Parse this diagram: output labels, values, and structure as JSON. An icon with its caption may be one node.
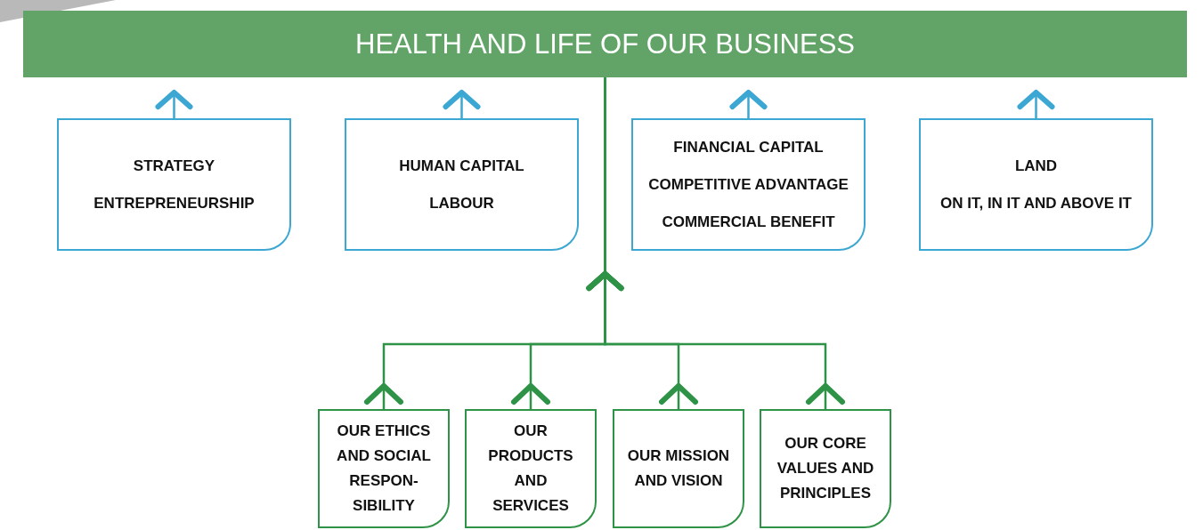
{
  "diagram": {
    "nodes": [
      {
        "text": [
          "HEALTH AND LIFE OF OUR BUSINESS"
        ]
      },
      {
        "text": [
          "STRATEGY",
          "ENTREPRENEURSHIP"
        ]
      },
      {
        "text": [
          "HUMAN CAPITAL",
          "LABOUR"
        ]
      },
      {
        "text": [
          "FINANCIAL CAPITAL",
          "COMPETITIVE ADVANTAGE",
          "COMMERCIAL BENEFIT"
        ]
      },
      {
        "text": [
          "LAND",
          "ON IT, IN IT AND ABOVE IT"
        ]
      },
      {
        "text": [
          "OUR ETHICS AND SOCIAL RESPON- SIBILITY"
        ]
      },
      {
        "text": [
          "OUR PRODUCTS AND SERVICES"
        ]
      },
      {
        "text": [
          "OUR MISSION AND VISION"
        ]
      },
      {
        "text": [
          "OUR CORE VALUES AND PRINCIPLES"
        ]
      }
    ],
    "edges": [
      {
        "from": 1,
        "to": 0,
        "arrow": "to",
        "color": "#3ba7d2"
      },
      {
        "from": 2,
        "to": 0,
        "arrow": "to",
        "color": "#3ba7d2"
      },
      {
        "from": 3,
        "to": 0,
        "arrow": "to",
        "color": "#3ba7d2"
      },
      {
        "from": 4,
        "to": 0,
        "arrow": "to",
        "color": "#3ba7d2"
      },
      {
        "from": 5,
        "to": 0,
        "arrow": "to",
        "color": "#2f9347"
      },
      {
        "from": 6,
        "to": 0,
        "arrow": "to",
        "color": "#2f9347"
      },
      {
        "from": 7,
        "to": 0,
        "arrow": "to",
        "color": "#2f9347"
      },
      {
        "from": 8,
        "to": 0,
        "arrow": "to",
        "color": "#2f9347"
      }
    ]
  }
}
